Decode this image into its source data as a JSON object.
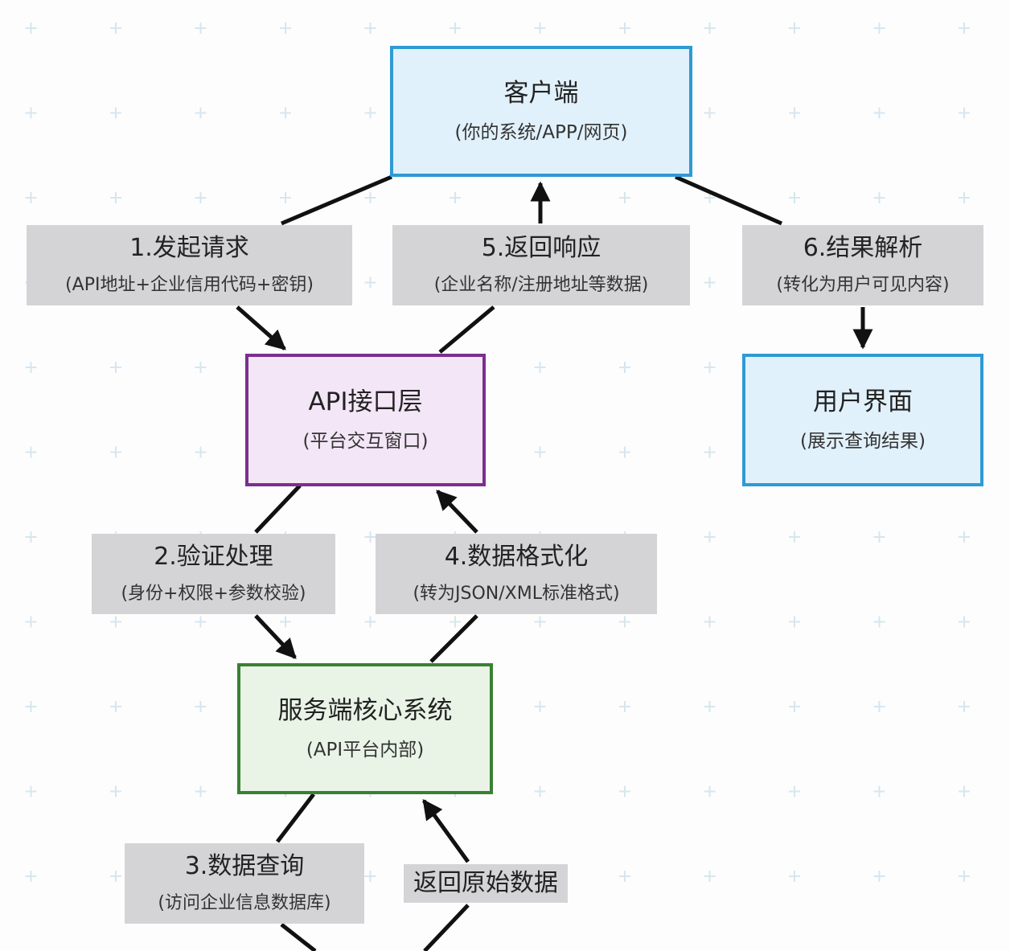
{
  "nodes": {
    "client": {
      "title": "客户端",
      "subtitle": "(你的系统/APP/网页)"
    },
    "api_layer": {
      "title": "API接口层",
      "subtitle": "(平台交互窗口)"
    },
    "server_core": {
      "title": "服务端核心系统",
      "subtitle": "(API平台内部)"
    },
    "user_ui": {
      "title": "用户界面",
      "subtitle": "(展示查询结果)"
    }
  },
  "steps": {
    "step1": {
      "title": "1.发起请求",
      "subtitle": "(API地址+企业信用代码+密钥)"
    },
    "step2": {
      "title": "2.验证处理",
      "subtitle": "(身份+权限+参数校验)"
    },
    "step3": {
      "title": "3.数据查询",
      "subtitle": "(访问企业信息数据库)"
    },
    "step4": {
      "title": "4.数据格式化",
      "subtitle": "(转为JSON/XML标准格式)"
    },
    "step5": {
      "title": "5.返回响应",
      "subtitle": "(企业名称/注册地址等数据)"
    },
    "step6": {
      "title": "6.结果解析",
      "subtitle": "(转化为用户可见内容)"
    },
    "return_raw": {
      "title": "返回原始数据"
    }
  },
  "colors": {
    "client_fill": "#e1f1fb",
    "client_border": "#2f9ad4",
    "api_fill": "#f3e6f7",
    "api_border": "#7b2f8c",
    "server_fill": "#e9f4e6",
    "server_border": "#3b7f34",
    "label_fill": "#d4d4d6",
    "edge": "#111111",
    "grid_plus": "#d6e6ef"
  }
}
